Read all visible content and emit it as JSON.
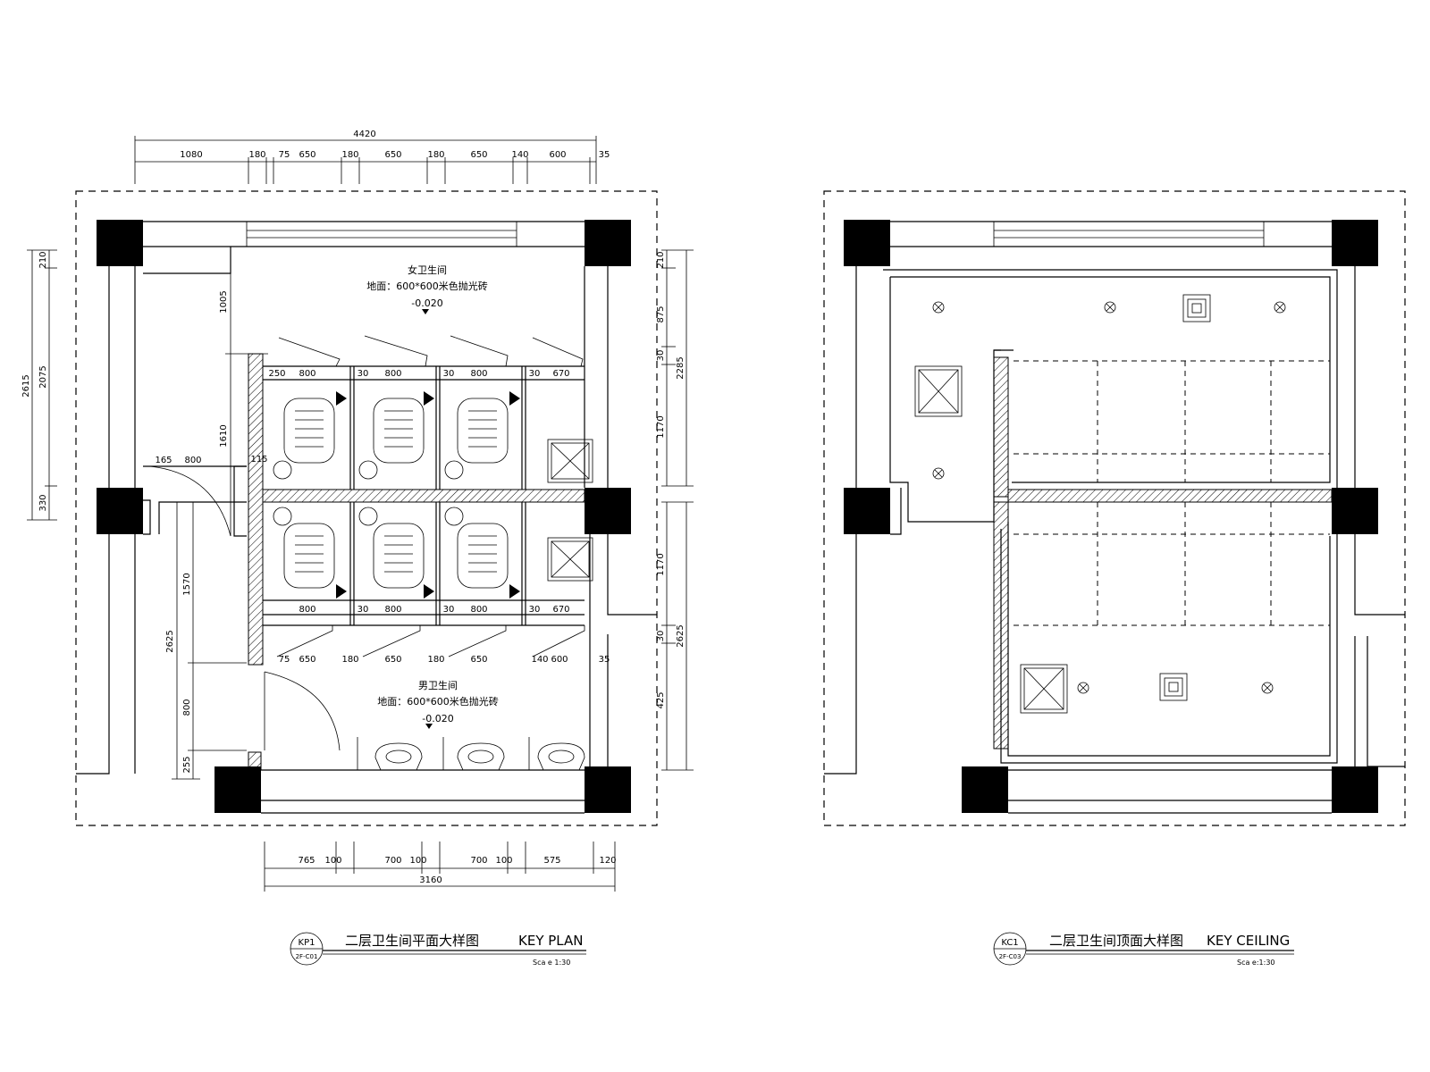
{
  "plan": {
    "women_restroom": {
      "name": "女卫生间",
      "floor_finish": "地面：600*600米色抛光砖",
      "elevation": "-0.020"
    },
    "men_restroom": {
      "name": "男卫生间",
      "floor_finish": "地面：600*600米色抛光砖",
      "elevation": "-0.020"
    },
    "dims_top_overall": "4420",
    "dims_top": [
      "1080",
      "180",
      "75",
      "650",
      "180",
      "650",
      "180",
      "650",
      "140",
      "600",
      "35"
    ],
    "dims_left_overall": "2615",
    "dims_left": [
      "210",
      "2075",
      "330"
    ],
    "dims_right_upper_overall": "2285",
    "dims_right_upper": [
      "210",
      "875",
      "30",
      "1170"
    ],
    "dims_right_lower_overall": "2625",
    "dims_right_lower": [
      "1170",
      "30",
      "425"
    ],
    "dims_inner_left_lower_overall": "2625",
    "dims_inner_left_lower": [
      "1570",
      "800",
      "255"
    ],
    "dims_inner_upper_left": [
      "1005",
      "1610"
    ],
    "dims_door_upper": [
      "165",
      "800"
    ],
    "dims_misc": [
      "115"
    ],
    "dims_stall_row_upper": [
      "250",
      "800",
      "30",
      "800",
      "30",
      "800",
      "30",
      "670"
    ],
    "dims_stall_row_lower": [
      "800",
      "30",
      "800",
      "30",
      "800",
      "30",
      "670"
    ],
    "dims_door_row_lower": [
      "75",
      "650",
      "180",
      "650",
      "180",
      "650",
      "140",
      "600",
      "35"
    ],
    "dims_bottom": [
      "765",
      "100",
      "700",
      "100",
      "700",
      "100",
      "575",
      "120"
    ],
    "dims_bottom_overall": "3160",
    "title": {
      "badge": "KP1",
      "badge_sub": "2F-C01",
      "cn": "二层卫生间平面大样图",
      "en": "KEY PLAN",
      "scale": "Sca e 1:30"
    }
  },
  "ceiling": {
    "title": {
      "badge": "KC1",
      "badge_sub": "2F-C03",
      "cn": "二层卫生间顶面大样图",
      "en": "KEY CEILING",
      "scale": "Sca e:1:30"
    }
  }
}
